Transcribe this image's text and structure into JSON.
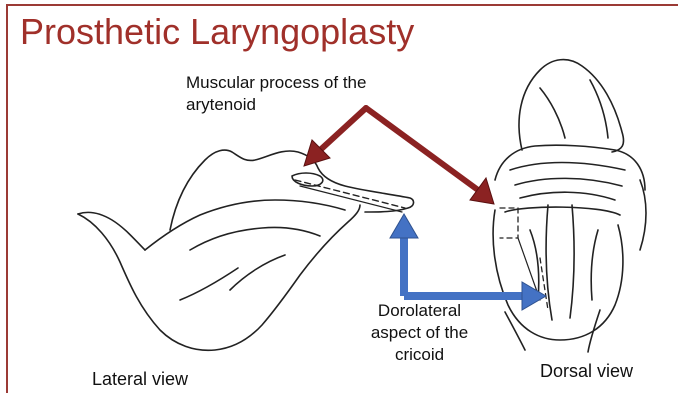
{
  "slide": {
    "title": "Prosthetic Laryngoplasty",
    "accent_color": "#A0302A",
    "frame_color": "#9B3A35"
  },
  "labels": {
    "muscular_process_line1": "Muscular process of the",
    "muscular_process_line2": "arytenoid",
    "dorsolateral_line1": "Dorolateral",
    "dorsolateral_line2": "aspect of the",
    "dorsolateral_line3": "cricoid",
    "lateral_view": "Lateral view",
    "dorsal_view": "Dorsal view"
  },
  "arrows": {
    "muscular_process_color": "#8B2222",
    "cricoid_color": "#4472C4"
  }
}
